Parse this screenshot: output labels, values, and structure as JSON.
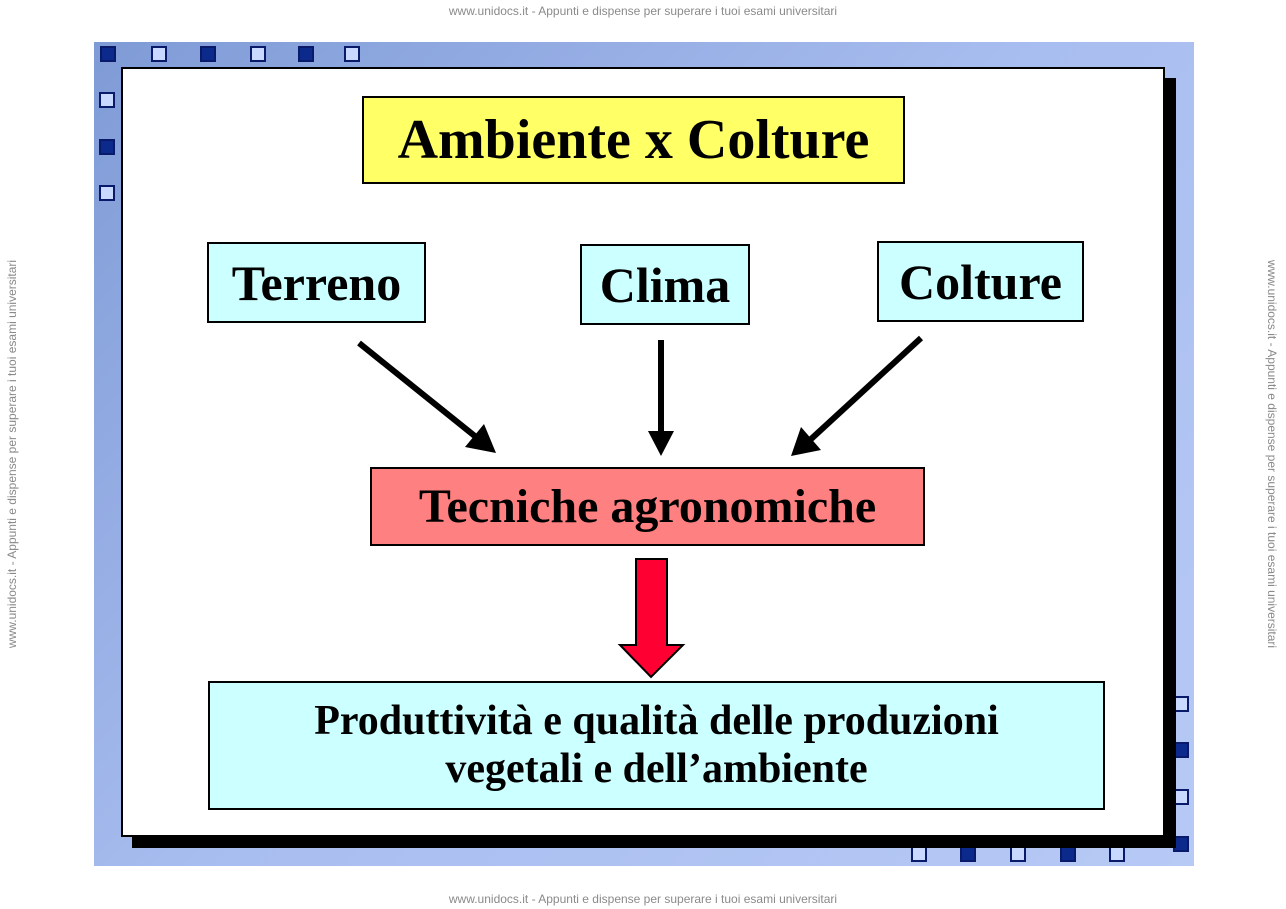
{
  "watermark": {
    "top": "www.unidocs.it - Appunti e dispense per superare i tuoi esami universitari",
    "bottom": "www.unidocs.it - Appunti e dispense per superare i tuoi esami universitari",
    "left": "www.unidocs.it - Appunti e dispense per superare i tuoi esami universitari",
    "right": "www.unidocs.it - Appunti e dispense per superare i tuoi esami universitari"
  },
  "diagram": {
    "title": "Ambiente x Colture",
    "factors": [
      "Terreno",
      "Clima",
      "Colture"
    ],
    "center": "Tecniche agronomiche",
    "result_line1": "Produttività e qualità delle produzioni",
    "result_line2": "vegetali e dell’ambiente"
  },
  "colors": {
    "title_bg": "#ffff66",
    "factor_bg": "#ccffff",
    "center_bg": "#ff8080",
    "result_bg": "#ccffff",
    "big_arrow": "#ff0033",
    "slide_frame": "#a9bef0"
  },
  "icons": {
    "decorative_squares": "square-icon",
    "watermark_logo": "unidocs-logo-icon"
  }
}
